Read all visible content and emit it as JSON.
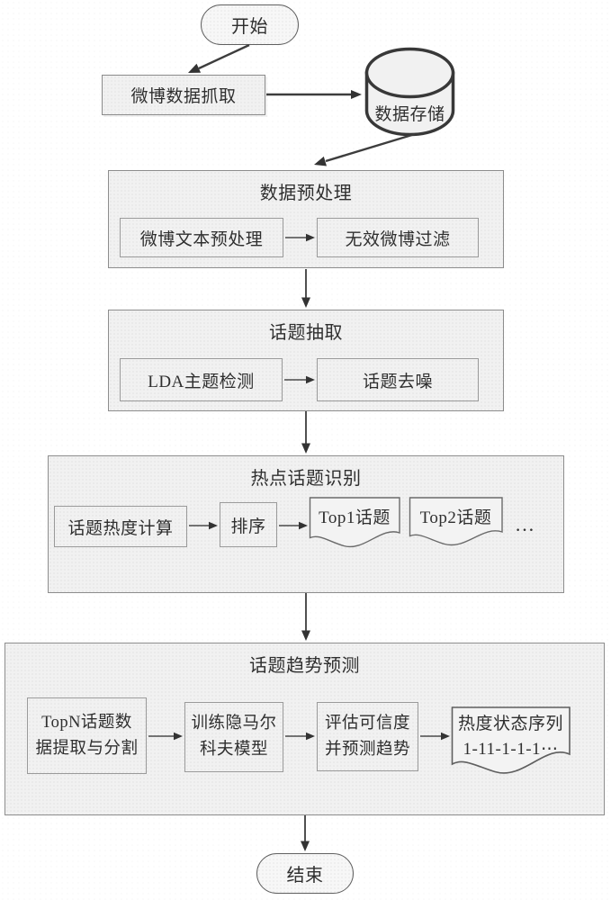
{
  "flow": {
    "start": "开始",
    "crawl": "微博数据抓取",
    "storage": "数据存储",
    "preprocess": {
      "title": "数据预处理",
      "steps": [
        {
          "label": "微博文本预处理"
        },
        {
          "label": "无效微博过滤"
        }
      ]
    },
    "extract": {
      "title": "话题抽取",
      "steps": [
        {
          "label": "LDA主题检测"
        },
        {
          "label": "话题去噪"
        }
      ]
    },
    "hot": {
      "title": "热点话题识别",
      "steps": [
        {
          "label": "话题热度计算"
        },
        {
          "label": "排序"
        }
      ],
      "docs": [
        {
          "label": "Top1话题"
        },
        {
          "label": "Top2话题"
        }
      ],
      "more": "…"
    },
    "trend": {
      "title": "话题趋势预测",
      "steps": [
        {
          "line1": "TopN话题数",
          "line2": "据提取与分割"
        },
        {
          "line1": "训练隐马尔",
          "line2": "科夫模型"
        },
        {
          "line1": "评估可信度",
          "line2": "并预测趋势"
        }
      ],
      "doc": {
        "line1": "热度状态序列",
        "line2": "1-11-1-1-1⋯"
      }
    },
    "end": "结束"
  },
  "colors": {
    "line": "#3d3d3d",
    "box_border": "#9a9a9a",
    "box_fill": "#f1f1f1",
    "cylinder_stroke": "#383838",
    "text": "#2f2f2f"
  }
}
